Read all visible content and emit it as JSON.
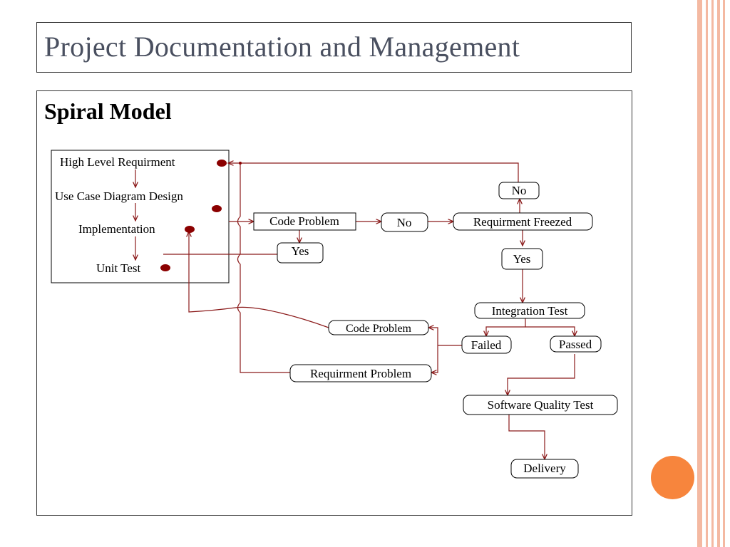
{
  "slide": {
    "title": "Project Documentation and Management",
    "subtitle": "Spiral Model"
  },
  "colors": {
    "title_text": "#4a5060",
    "accent_stripes": "#f4b9a2",
    "arrow": "#8b1a1a",
    "dot": "#8b0000",
    "orange_circle": "#f7853d"
  },
  "diagram": {
    "high_level": "High Level Requirment",
    "use_case": "Use Case Diagram Design",
    "implementation": "Implementation",
    "unit_test": "Unit Test",
    "code_problem_top": "Code Problem",
    "no_mid": "No",
    "req_freezed": "Requirment Freezed",
    "no_top": "No",
    "yes_left": "Yes",
    "yes_right": "Yes",
    "integration_test": "Integration Test",
    "code_problem_bottom": "Code Problem",
    "failed": "Failed",
    "passed": "Passed",
    "req_problem": "Requirment Problem",
    "sqt": "Software Quality Test",
    "delivery": "Delivery"
  }
}
